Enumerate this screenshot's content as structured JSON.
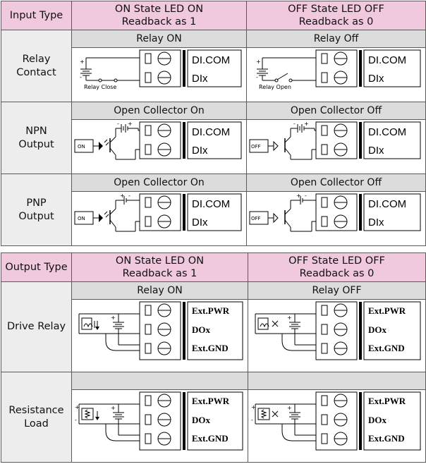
{
  "input_table": {
    "header": {
      "type_label": "Input Type",
      "on_col": [
        "ON State LED ON",
        "Readback as 1"
      ],
      "off_col": [
        "OFF State LED OFF",
        "Readback as 0"
      ]
    },
    "rows": [
      {
        "label": [
          "Relay",
          "Contact"
        ],
        "on_caption": "Relay ON",
        "off_caption": "Relay Off",
        "on_note": "Relay Close",
        "off_note": "Relay Open",
        "terminals": [
          "DI.COM",
          "DIx"
        ]
      },
      {
        "label": [
          "NPN",
          "Output"
        ],
        "on_caption": "Open Collector On",
        "off_caption": "Open Collector Off",
        "on_note": "ON",
        "off_note": "OFF",
        "terminals": [
          "DI.COM",
          "DIx"
        ]
      },
      {
        "label": [
          "PNP",
          "Output"
        ],
        "on_caption": "Open Collector On",
        "off_caption": "Open Collector Off",
        "on_note": "ON",
        "off_note": "OFF",
        "terminals": [
          "DI.COM",
          "DIx"
        ]
      }
    ]
  },
  "output_table": {
    "header": {
      "type_label": "Output Type",
      "on_col": [
        "ON State LED ON",
        "Readback as 1"
      ],
      "off_col": [
        "OFF State LED OFF",
        "Readback as 0"
      ]
    },
    "rows": [
      {
        "label": [
          "Drive Relay"
        ],
        "on_caption": "Relay ON",
        "off_caption": "Relay OFF",
        "terminals": [
          "Ext.PWR",
          "DOx",
          "Ext.GND"
        ]
      },
      {
        "label": [
          "Resistance",
          "Load"
        ],
        "on_caption": "",
        "off_caption": "",
        "terminals": [
          "Ext.PWR",
          "DOx",
          "Ext.GND"
        ]
      }
    ]
  },
  "symbols": {
    "plus": "+",
    "minus": "-"
  },
  "colors": {
    "header_bg": "#f1c9df",
    "label_bg": "#ededed",
    "caption_bg": "#dcdcdc",
    "border": "#5a5a5a"
  }
}
